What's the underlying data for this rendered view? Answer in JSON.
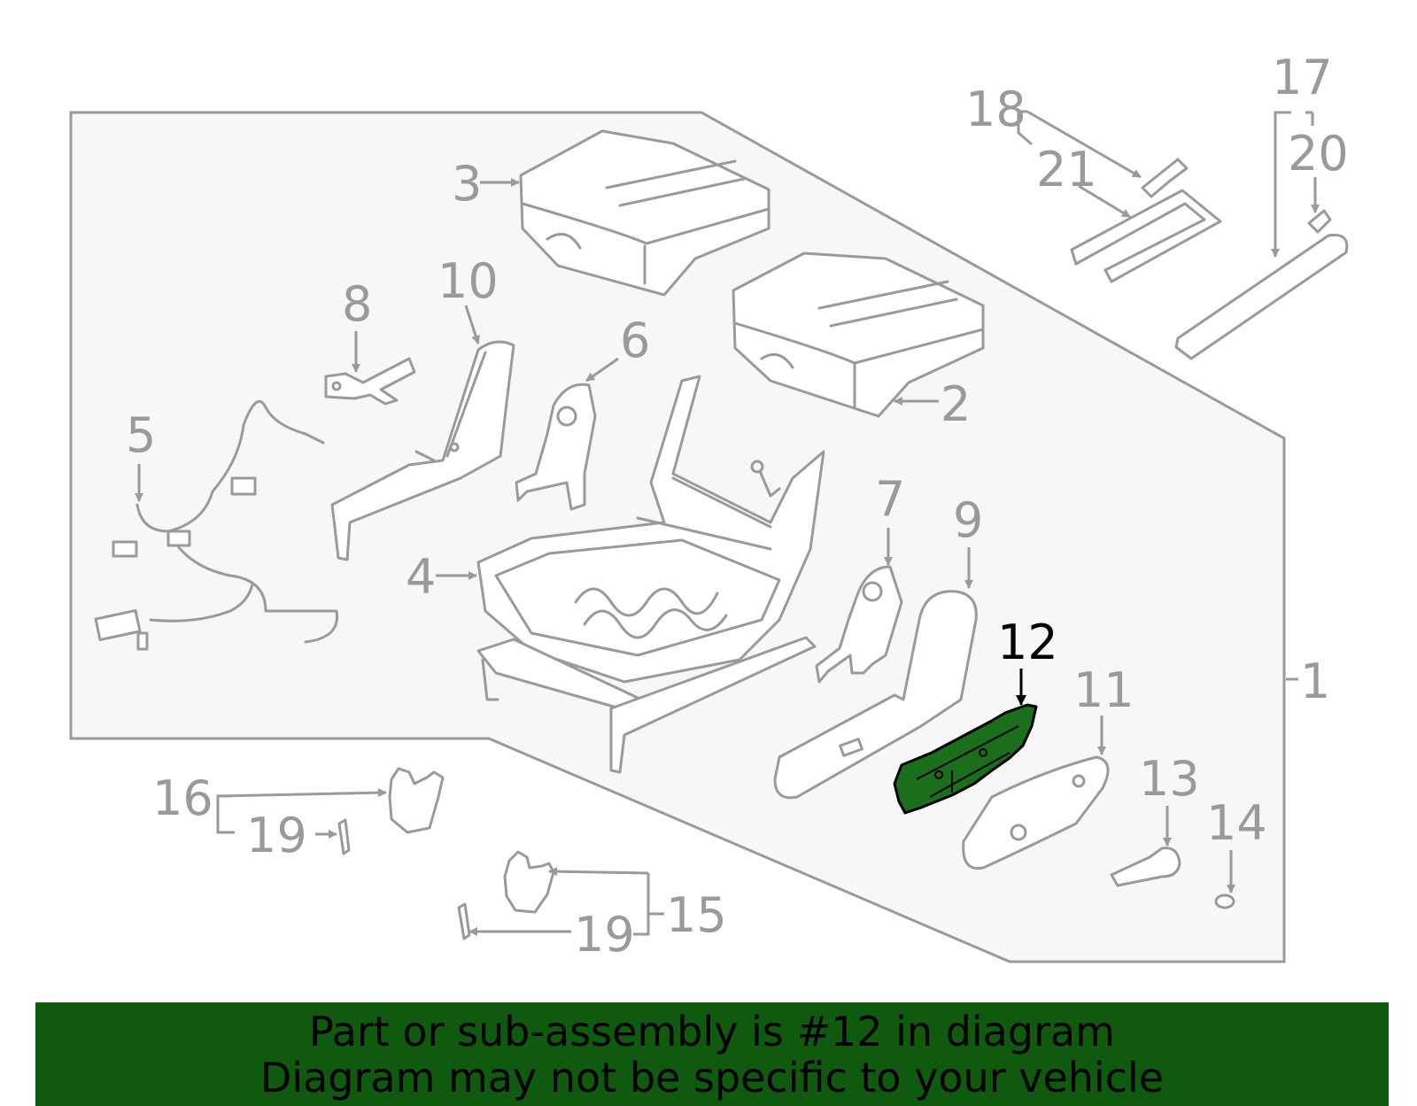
{
  "diagram": {
    "highlighted_part": "12",
    "labels": {
      "n1": "1",
      "n2": "2",
      "n3": "3",
      "n4": "4",
      "n5": "5",
      "n6": "6",
      "n7": "7",
      "n8": "8",
      "n9": "9",
      "n10": "10",
      "n11": "11",
      "n12": "12",
      "n13": "13",
      "n14": "14",
      "n15": "15",
      "n16": "16",
      "n17": "17",
      "n18": "18",
      "n19a": "19",
      "n19b": "19",
      "n20": "20",
      "n21": "21"
    }
  },
  "banner": {
    "line1": "Part or sub-assembly is #12 in diagram",
    "line2": "Diagram may not be specific to your vehicle"
  },
  "colors": {
    "banner_bg": "#0f5a0f",
    "highlight_fill": "#1b6e1b",
    "line_gray": "#9a9a9a",
    "panel_bg": "#f7f7f7"
  }
}
